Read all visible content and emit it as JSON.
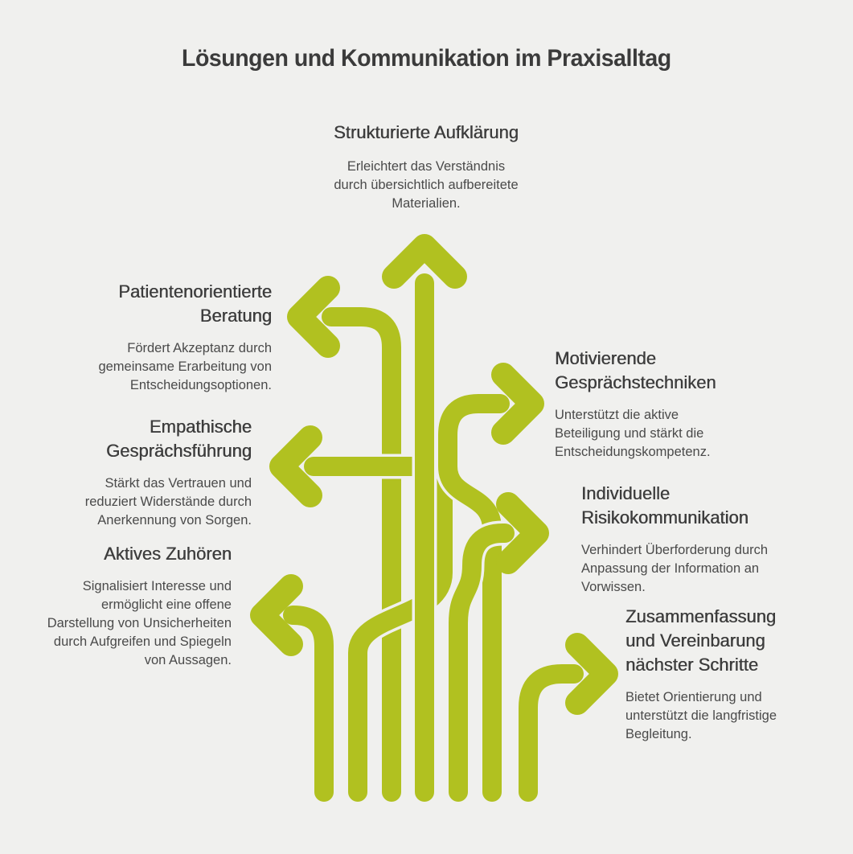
{
  "title": "Lösungen und Kommunikation im Praxisalltag",
  "colors": {
    "background": "#f0f0ee",
    "arrow": "#b1c120",
    "heading_text": "#3d3d3d",
    "body_text": "#4a4a4a"
  },
  "topics": {
    "top": {
      "heading": "Strukturierte Aufklärung",
      "body": "Erleichtert das Verständnis durch übersichtlich aufbereitete Materialien."
    },
    "left1": {
      "heading": "Patientenorientierte Beratung",
      "body": "Fördert Akzeptanz durch gemeinsame Erarbeitung von Entscheidungsoptionen."
    },
    "left2": {
      "heading": "Empathische Gesprächsführung",
      "body": "Stärkt das Vertrauen und reduziert Widerstände durch Anerkennung von Sorgen."
    },
    "left3": {
      "heading": "Aktives Zuhören",
      "body": "Signalisiert Interesse und ermöglicht eine offene Darstellung von Unsicherheiten durch Aufgreifen und Spiegeln von Aussagen."
    },
    "right1": {
      "heading": "Motivierende Gesprächstechniken",
      "body": "Unterstützt die aktive Beteiligung und stärkt die Entscheidungskompetenz."
    },
    "right2": {
      "heading": "Individuelle Risikokommunikation",
      "body": "Verhindert Überforderung durch Anpassung der Information an Vorwissen."
    },
    "right3": {
      "heading": "Zusammenfassung und Vereinbarung nächster Schritte",
      "body": "Bietet Orientierung und unterstützt die langfristige Begleitung."
    }
  },
  "graphic": {
    "description": "Seven tangled arrows growing from bottom stubs: one pointing up, three pointing left, three pointing right"
  }
}
